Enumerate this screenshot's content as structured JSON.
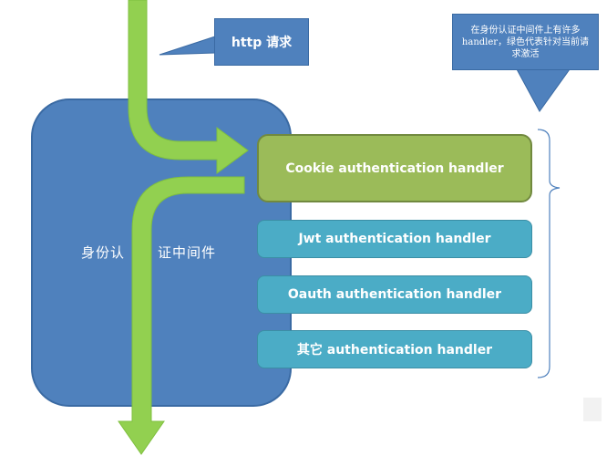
{
  "callout_http": "http 请求",
  "callout_note": "在身份认证中间件上有许多handler，绿色代表针对当前请求激活",
  "middleware": {
    "label_left": "身份认",
    "label_right": "证中间件"
  },
  "handlers": [
    {
      "label": "Cookie authentication handler",
      "active": true
    },
    {
      "label": "Jwt authentication handler",
      "active": false
    },
    {
      "label": "Oauth authentication handler",
      "active": false
    },
    {
      "label": "其它 authentication handler",
      "active": false
    }
  ],
  "colors": {
    "middleware": "#4f81bd",
    "active_handler": "#9bbb59",
    "handler": "#4bacc6",
    "arrow": "#92d050",
    "callout": "#4f81bd",
    "bracket": "#4f81bd"
  }
}
